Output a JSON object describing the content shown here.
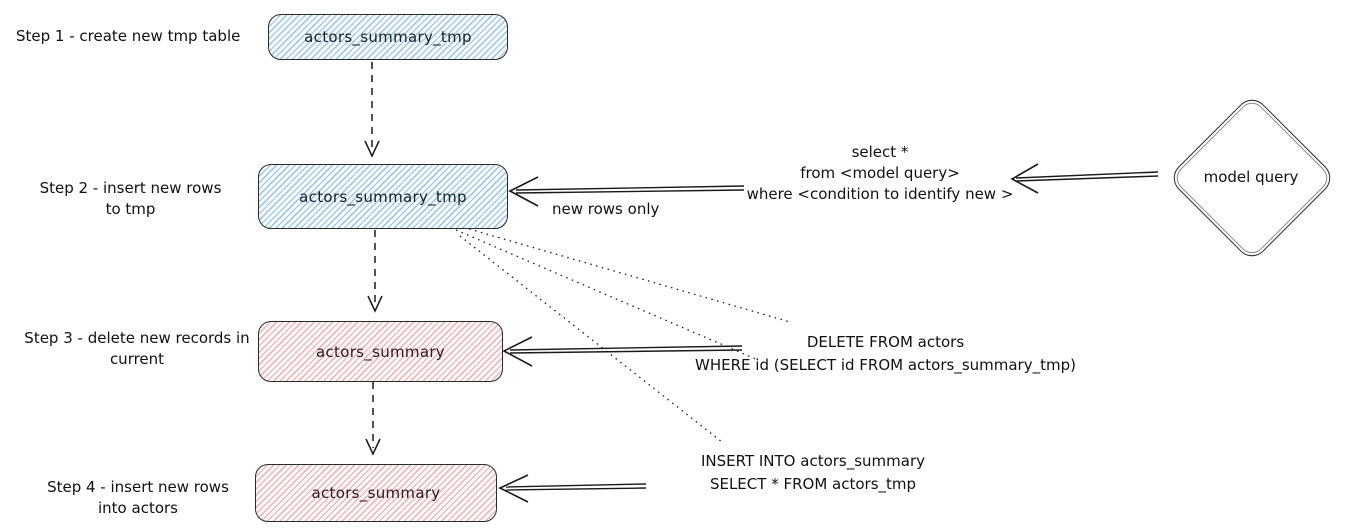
{
  "diagram": {
    "steps": [
      {
        "label": "Step 1 - create new tmp table",
        "node": "actors_summary_tmp",
        "color": "blue"
      },
      {
        "label": "Step 2 - insert new rows\nto tmp",
        "node": "actors_summary_tmp",
        "color": "blue"
      },
      {
        "label": "Step 3 - delete new records in\ncurrent",
        "node": "actors_summary",
        "color": "red"
      },
      {
        "label": "Step 4 - insert new rows\ninto actors",
        "node": "actors_summary",
        "color": "red"
      }
    ],
    "annotations": {
      "new_rows_only": "new rows only",
      "select_query": "select *\nfrom <model query>\nwhere <condition to identify new >",
      "delete_query": "DELETE FROM actors\nWHERE id (SELECT id FROM actors_summary_tmp)",
      "insert_query": "INSERT INTO actors_summary\nSELECT * FROM actors_tmp"
    },
    "model_query_label": "model query",
    "colors": {
      "blue_fill": "#f3fafd",
      "blue_hatch": "#5894c5",
      "red_fill": "#fdf6f6",
      "red_hatch": "#ce7070",
      "stroke": "#1a1a1a"
    }
  }
}
